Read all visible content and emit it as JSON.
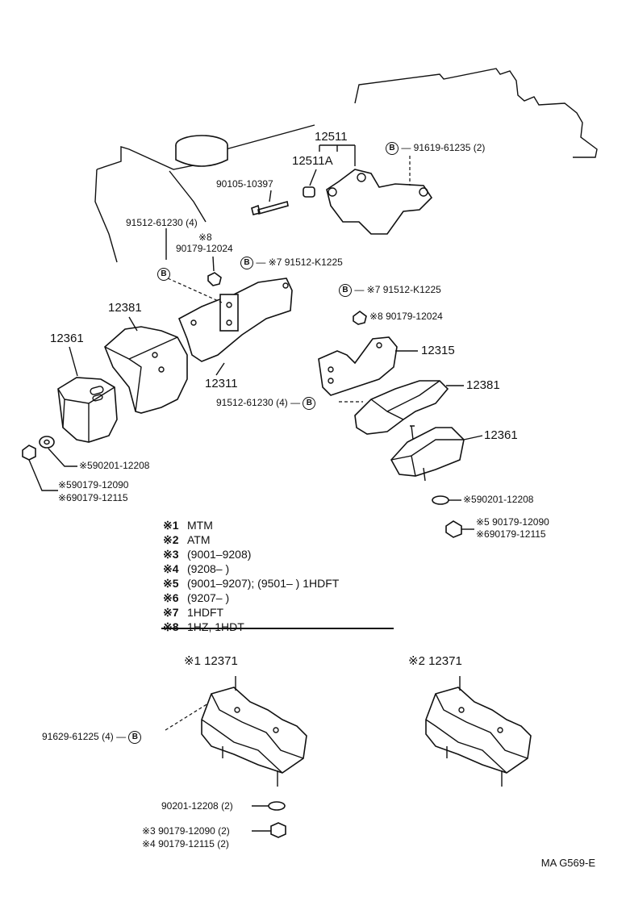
{
  "labels": {
    "p12511": "12511",
    "p12511a": "12511A",
    "p91619": "91619-61235 (2)",
    "p90105": "90105-10397",
    "p91512_left": "91512-61230 (4)",
    "p8_left": "※8",
    "p90179_left": "90179-12024",
    "p7_mid": "※7 91512-K1225",
    "p7_right": "※7  91512-K1225",
    "p8_right": "※8 90179-12024",
    "p12381_left": "12381",
    "p12361_left": "12361",
    "p12311": "12311",
    "p12315": "12315",
    "p12381_right": "12381",
    "p91512_right": "91512-61230 (4)",
    "p12361_right": "12361",
    "p5_left": "※590201-12208",
    "p5_left2": "※590179-12090",
    "p6_left": "※690179-12115",
    "p5_right": "※590201-12208",
    "p5_right2": "※5 90179-12090",
    "p6_right": "※690179-12115",
    "mtm_id": "※1  12371",
    "atm_id": "※2  12371",
    "p91629": "91629-61225 (4)",
    "p90201_bot": "90201-12208 (2)",
    "p3_bot": "※3 90179-12090 (2)",
    "p4_bot": "※4 90179-12115 (2)",
    "b_mark": "B",
    "drawing_code": "MA  G569-E"
  },
  "legend": [
    {
      "key": "※1",
      "text": "MTM"
    },
    {
      "key": "※2",
      "text": "ATM"
    },
    {
      "key": "※3",
      "text": "(9001–9208)"
    },
    {
      "key": "※4",
      "text": "(9208–         )"
    },
    {
      "key": "※5",
      "text": "(9001–9207); (9501–          ) 1HDFT"
    },
    {
      "key": "※6",
      "text": "(9207–         )"
    },
    {
      "key": "※7",
      "text": "1HDFT"
    },
    {
      "key": "※8",
      "text": "1HZ, 1HDT"
    }
  ]
}
